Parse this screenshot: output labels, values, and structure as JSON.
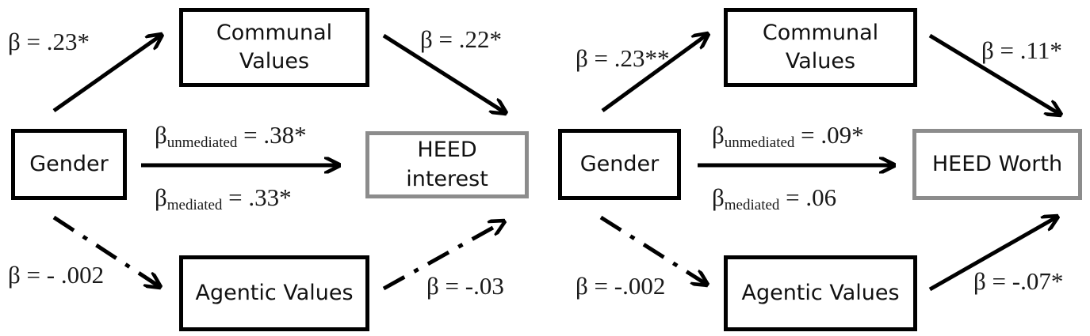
{
  "panels": [
    {
      "nodes": {
        "communal": "Communal\nValues",
        "gender": "Gender",
        "outcome": "HEED\ninterest",
        "agentic": "Agentic Values"
      },
      "paths": {
        "gender_to_communal": "β = .23*",
        "communal_to_outcome": "β = .22*",
        "gender_to_agentic": "β = - .002",
        "agentic_to_outcome": "β = -.03",
        "direct_unmediated": {
          "symbol": "β",
          "sub": "unmediated",
          "value": " = .38*"
        },
        "direct_mediated": {
          "symbol": "β",
          "sub": "mediated",
          "value": " = .33*"
        }
      }
    },
    {
      "nodes": {
        "communal": "Communal\nValues",
        "gender": "Gender",
        "outcome": "HEED Worth",
        "agentic": "Agentic Values"
      },
      "paths": {
        "gender_to_communal": "β = .23**",
        "communal_to_outcome": "β = .11*",
        "gender_to_agentic": "β = -.002",
        "agentic_to_outcome": "β = -.07*",
        "direct_unmediated": {
          "symbol": "β",
          "sub": "unmediated",
          "value": " = .09*"
        },
        "direct_mediated": {
          "symbol": "β",
          "sub": "mediated",
          "value": " = .06"
        }
      }
    }
  ],
  "colors": {
    "stroke": "#000000",
    "outcome_border": "#8c8c8c"
  }
}
